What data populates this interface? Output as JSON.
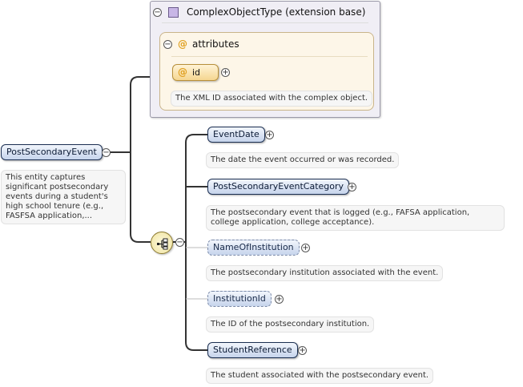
{
  "root": {
    "label": "PostSecondaryEvent",
    "description": "This entity captures significant postsecondary events during a student's high school tenure (e.g., FASFSA application,..."
  },
  "base": {
    "title": "ComplexObjectType (extension base)",
    "attributes_label": "attributes",
    "attribute": {
      "label": "id",
      "description": "The XML ID associated with the complex object."
    }
  },
  "sequence": {
    "elements": [
      {
        "label": "EventDate",
        "description": "The date the event occurred or was recorded.",
        "required": true
      },
      {
        "label": "PostSecondaryEventCategory",
        "description": "The postsecondary event that is logged (e.g., FAFSA application, college application, college acceptance).",
        "required": true
      },
      {
        "label": "NameOfInstitution",
        "description": "The postsecondary institution associated with the event.",
        "required": false
      },
      {
        "label": "InstitutionId",
        "description": "The ID of the postsecondary institution.",
        "required": false
      },
      {
        "label": "StudentReference",
        "description": "The student associated with the postsecondary event.",
        "required": true
      }
    ]
  },
  "symbols": {
    "expand": "+",
    "collapse": "−",
    "attribute": "@"
  },
  "colors": {
    "pill_border": "#1b2f52",
    "pill_fill": "#c6d4ec",
    "base_fill": "#f0eef5",
    "attr_fill": "#fdf6e8",
    "sequence_fill": "#f0e4a0"
  }
}
